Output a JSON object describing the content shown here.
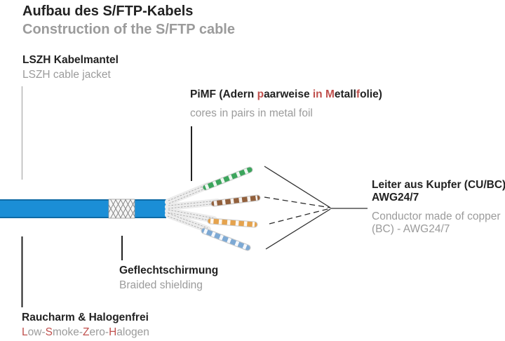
{
  "colors": {
    "accent_red": "#c0504d",
    "text_dark": "#222222",
    "text_gray": "#9b9b9b",
    "jacket_blue": "#1b8ed6",
    "jacket_edge": "#0f6ba6",
    "pair_green": "#3ca55c",
    "pair_brown": "#92603c",
    "pair_orange": "#e5a34e",
    "pair_blue": "#7da9d4"
  },
  "header": {
    "title_de": "Aufbau des S/FTP-Kabels",
    "title_en": "Construction of the S/FTP cable"
  },
  "labels": {
    "jacket": {
      "de": "LSZH Kabelmantel",
      "en": "LSZH cable jacket"
    },
    "pimf": {
      "de_segments": [
        {
          "t": "PiMF (Adern "
        },
        {
          "t": "p",
          "red": true
        },
        {
          "t": "aarweise "
        },
        {
          "t": "in",
          "red": true
        },
        {
          "t": " "
        },
        {
          "t": "M",
          "red": true
        },
        {
          "t": "etall"
        },
        {
          "t": "f",
          "red": true
        },
        {
          "t": "olie)"
        }
      ],
      "en": "cores in pairs in metal foil"
    },
    "conductor": {
      "de_line1": "Leiter aus Kupfer (CU/BC)",
      "de_line2": "AWG24/7",
      "en_line1": "Conductor made of copper",
      "en_line2": "(BC) - AWG24/7"
    },
    "braid": {
      "de": "Geflechtschirmung",
      "en": "Braided shielding"
    },
    "lszh": {
      "de": "Raucharm & Halogenfrei",
      "en_segments": [
        {
          "t": "L",
          "red": true
        },
        {
          "t": "ow-"
        },
        {
          "t": "S",
          "red": true
        },
        {
          "t": "moke-"
        },
        {
          "t": "Z",
          "red": true
        },
        {
          "t": "ero-"
        },
        {
          "t": "H",
          "red": true
        },
        {
          "t": "alogen"
        }
      ]
    }
  }
}
